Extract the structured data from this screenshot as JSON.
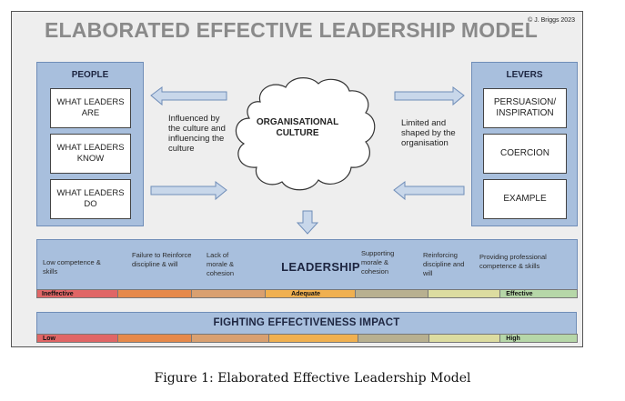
{
  "copyright": "© J. Briggs 2023",
  "title": "ELABORATED EFFECTIVE LEADERSHIP MODEL",
  "people": {
    "title": "PEOPLE",
    "boxes": [
      "WHAT LEADERS ARE",
      "WHAT LEADERS KNOW",
      "WHAT LEADERS DO"
    ]
  },
  "levers": {
    "title": "LEVERS",
    "boxes": [
      "PERSUASION/ INSPIRATION",
      "COERCION",
      "EXAMPLE"
    ]
  },
  "culture": {
    "label": "ORGANISATIONAL CULTURE",
    "left_text": "Influenced by the culture and influencing the culture",
    "right_text": "Limited and shaped by the organisation"
  },
  "leadership": {
    "title": "LEADERSHIP",
    "items": [
      "Low competence & skills",
      "Failure to Reinforce discipline & will",
      "Lack of morale & cohesion",
      "Supporting morale & cohesion",
      "Reinforcing discipline and will",
      "Providing professional competence & skills"
    ],
    "scale_labels": [
      "Ineffective",
      "Adequate",
      "Effective"
    ]
  },
  "impact": {
    "title": "FIGHTING EFFECTIVENESS IMPACT",
    "scale_labels": [
      "Low",
      "High"
    ]
  },
  "colors": {
    "panel": "#a8bfdd",
    "red": "#e06666",
    "orange": "#e6894a",
    "tan": "#d9a070",
    "amber": "#f0b050",
    "olive": "#b8b090",
    "lightolive": "#dcdca0",
    "green": "#b6d7a8"
  },
  "caption": "Figure 1: Elaborated Effective Leadership Model"
}
